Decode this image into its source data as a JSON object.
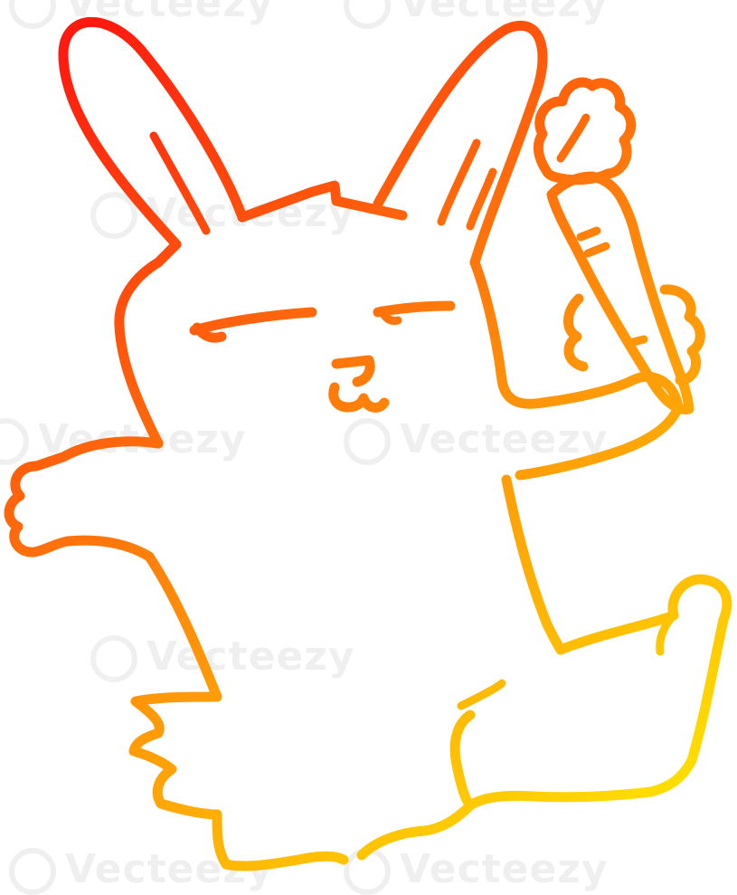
{
  "image": {
    "subject": "bunny-holding-carrot",
    "style": "line-art",
    "gradient": {
      "start_color": "#ff1a0f",
      "mid_color": "#ff8a0a",
      "end_color": "#ffe800"
    },
    "background_color": "#ffffff"
  },
  "watermark": {
    "text": "Vecteezy",
    "opacity": 0.06
  }
}
